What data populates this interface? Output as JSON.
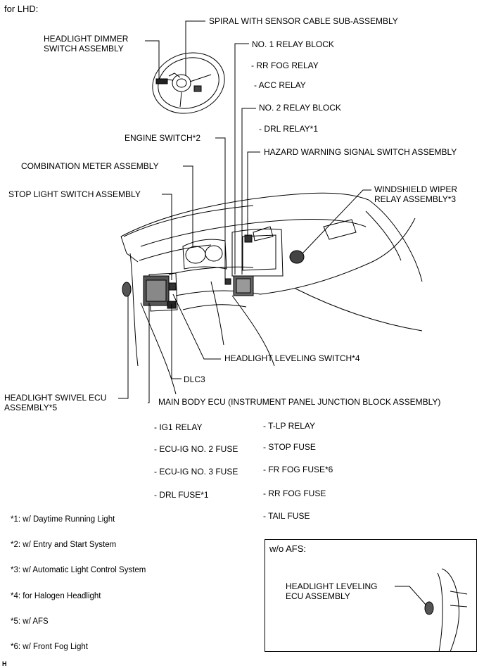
{
  "title": "for LHD:",
  "labels": {
    "headlight_dimmer": [
      "HEADLIGHT DIMMER",
      "SWITCH ASSEMBLY"
    ],
    "spiral_cable": "SPIRAL WITH SENSOR CABLE SUB-ASSEMBLY",
    "no1_relay_block": "NO. 1 RELAY BLOCK",
    "rr_fog_relay": "- RR FOG RELAY",
    "acc_relay": "- ACC RELAY",
    "no2_relay_block": "NO. 2 RELAY BLOCK",
    "drl_relay": "- DRL RELAY*1",
    "engine_switch": "ENGINE SWITCH*2",
    "hazard_switch": "HAZARD WARNING SIGNAL SWITCH ASSEMBLY",
    "combination_meter": "COMBINATION METER ASSEMBLY",
    "stop_light_switch": "STOP LIGHT SWITCH ASSEMBLY",
    "wiper_relay": [
      "WINDSHIELD WIPER",
      "RELAY ASSEMBLY*3"
    ],
    "leveling_switch": "HEADLIGHT LEVELING SWITCH*4",
    "dlc3": "DLC3",
    "swivel_ecu": [
      "HEADLIGHT SWIVEL ECU",
      "ASSEMBLY*5"
    ],
    "main_body_ecu": "MAIN BODY ECU (INSTRUMENT PANEL JUNCTION BLOCK ASSEMBLY)"
  },
  "main_body_items_left": [
    "- IG1 RELAY",
    "- ECU-IG NO. 2 FUSE",
    "- ECU-IG NO. 3 FUSE",
    "- DRL FUSE*1"
  ],
  "main_body_items_right": [
    "- T-LP RELAY",
    "- STOP FUSE",
    "- FR FOG FUSE*6",
    "- RR FOG FUSE",
    "- TAIL FUSE"
  ],
  "footnotes": [
    "*1: w/ Daytime Running Light",
    "*2: w/ Entry and Start System",
    "*3: w/ Automatic Light Control System",
    "*4: for Halogen Headlight",
    "*5: w/ AFS",
    "*6: w/ Front Fog Light"
  ],
  "inset": {
    "title": "w/o AFS:",
    "label": [
      "HEADLIGHT LEVELING",
      "ECU ASSEMBLY"
    ]
  },
  "corner_mark": "H"
}
